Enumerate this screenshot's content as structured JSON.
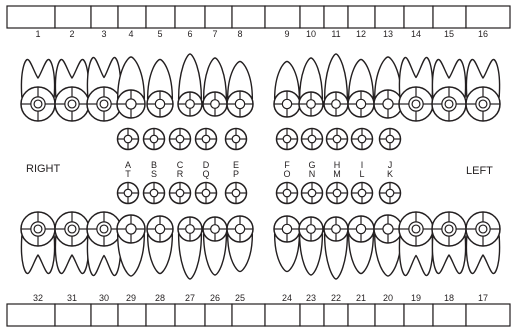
{
  "sides": {
    "right": "RIGHT",
    "left": "LEFT"
  },
  "upper_permanent": [
    "1",
    "2",
    "3",
    "4",
    "5",
    "6",
    "7",
    "8",
    "9",
    "10",
    "11",
    "12",
    "13",
    "14",
    "15",
    "16"
  ],
  "lower_permanent": [
    "32",
    "31",
    "30",
    "29",
    "28",
    "27",
    "26",
    "25",
    "24",
    "23",
    "22",
    "21",
    "20",
    "19",
    "18",
    "17"
  ],
  "upper_primary": [
    "A",
    "B",
    "C",
    "D",
    "E",
    "F",
    "G",
    "H",
    "I",
    "J"
  ],
  "lower_primary": [
    "T",
    "S",
    "R",
    "Q",
    "P",
    "O",
    "N",
    "M",
    "L",
    "K"
  ]
}
